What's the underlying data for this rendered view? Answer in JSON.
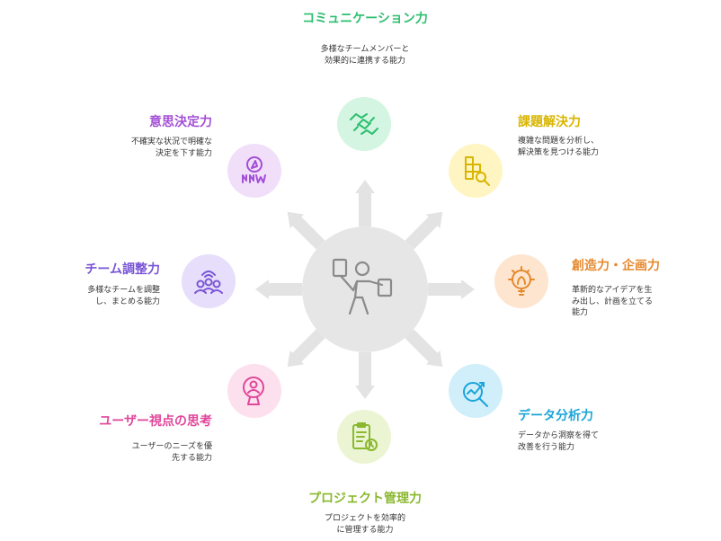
{
  "center": {
    "icon": "person-with-documents-icon"
  },
  "items": [
    {
      "title": "コミュニケーション力",
      "line1": "多様なチームメンバーと",
      "line2": "効果的に連携する能力",
      "color": "#2dbf6f",
      "bg": "#d3f5e1",
      "icon": "handshake-icon"
    },
    {
      "title": "課題解決力",
      "line1": "複雑な問題を分析し、",
      "line2": "解決策を見つける能力",
      "color": "#d9b500",
      "bg": "#fff5c2",
      "icon": "puzzle-search-icon"
    },
    {
      "title": "創造力・企画力",
      "line1": "革新的なアイデアを生",
      "line2": "み出し、計画を立てる",
      "line3": "能力",
      "color": "#e6892e",
      "bg": "#fde5cf",
      "icon": "lightbulb-gear-icon"
    },
    {
      "title": "データ分析力",
      "line1": "データから洞察を得て",
      "line2": "改善を行う能力",
      "color": "#1aa5d8",
      "bg": "#d1eefb",
      "icon": "chart-magnifier-icon"
    },
    {
      "title": "プロジェクト管理力",
      "line1": "プロジェクトを効率的",
      "line2": "に管理する能力",
      "color": "#8ab82e",
      "bg": "#ebf5d3",
      "icon": "clipboard-clock-icon"
    },
    {
      "title": "ユーザー視点の思考",
      "line1": "ユーザーのニーズを優",
      "line2": "先する能力",
      "color": "#e0469a",
      "bg": "#fde0ee",
      "icon": "user-magnifier-icon"
    },
    {
      "title": "チーム調整力",
      "line1": "多様なチームを調整",
      "line2": "し、まとめる能力",
      "color": "#7a55d6",
      "bg": "#e6defa",
      "icon": "team-icon"
    },
    {
      "title": "意思決定力",
      "line1": "不確実な状況で明確な",
      "line2": "決定を下す能力",
      "color": "#a34fd6",
      "bg": "#f1dffa",
      "icon": "compass-signpost-icon"
    }
  ]
}
